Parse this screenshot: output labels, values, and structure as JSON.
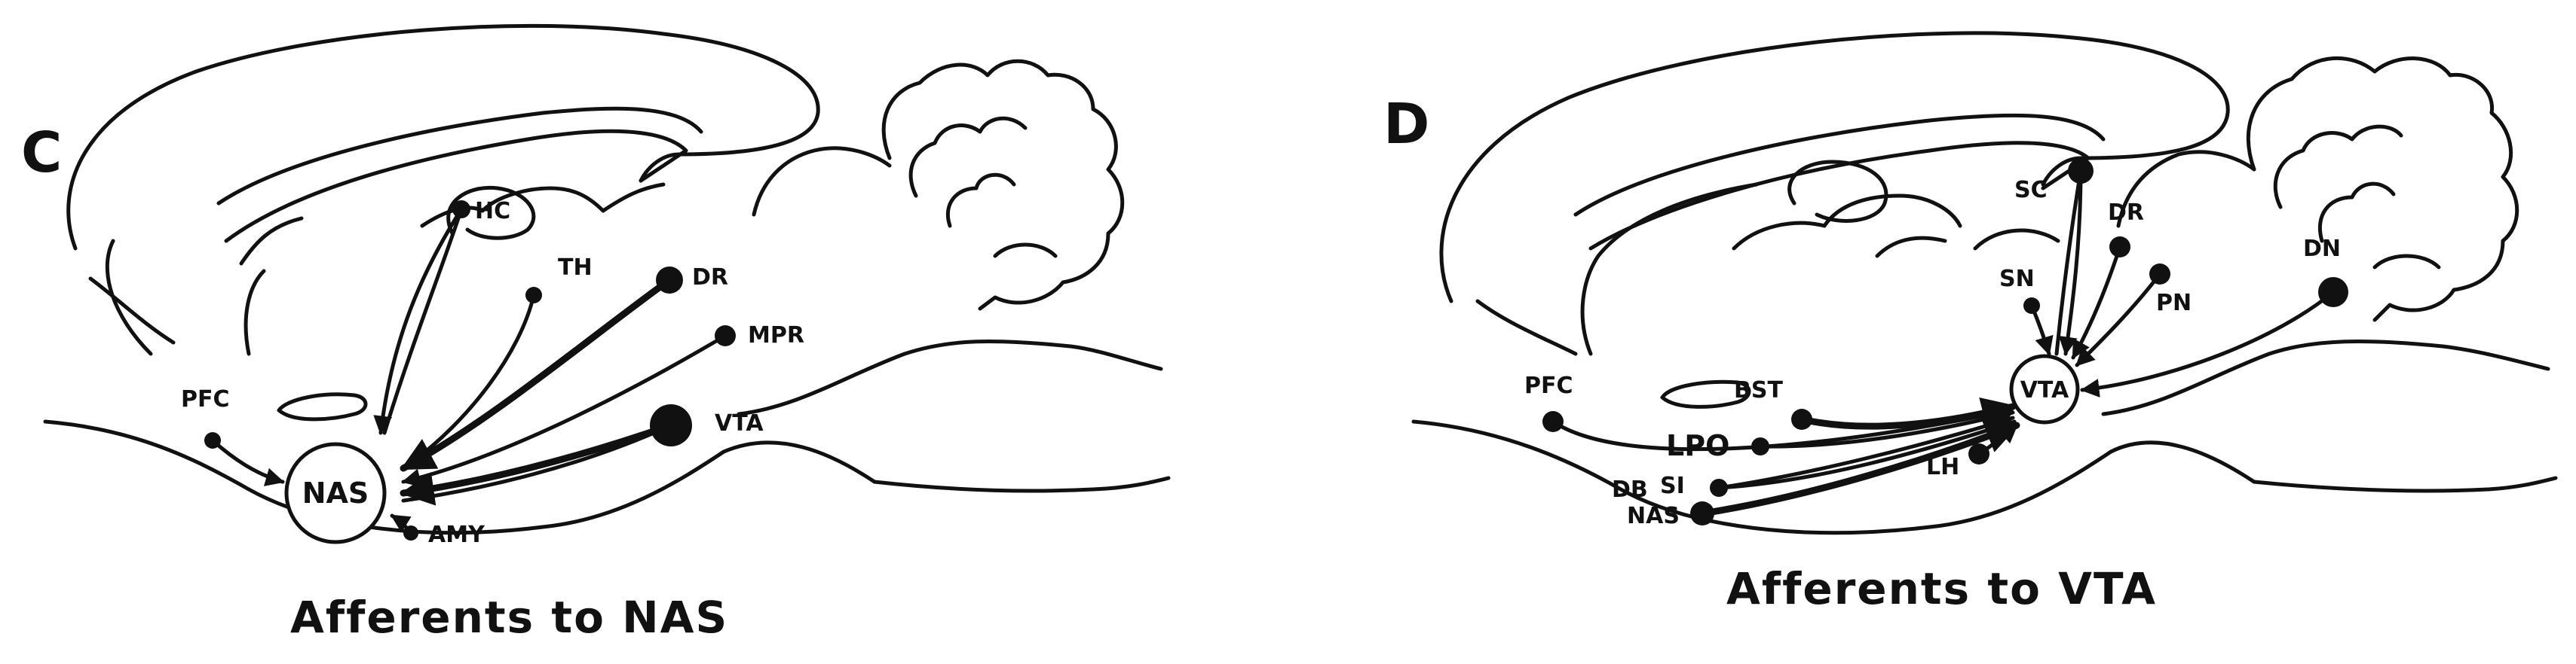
{
  "panels": [
    {
      "letter": "C",
      "caption": "Afferents to NAS",
      "target": "NAS",
      "labels": {
        "hc": "HC",
        "th": "TH",
        "dr": "DR",
        "mpr": "MPR",
        "vta": "VTA",
        "pfc": "PFC",
        "amy": "AMY"
      }
    },
    {
      "letter": "D",
      "caption": "Afferents to VTA",
      "target": "VTA",
      "labels": {
        "sc": "SC",
        "dr": "DR",
        "dn": "DN",
        "sn": "SN",
        "pn": "PN",
        "pfc": "PFC",
        "bst": "BST",
        "lpo": "LPO",
        "db": "DB",
        "si": "SI",
        "nas": "NAS",
        "lh": "LH"
      }
    }
  ]
}
